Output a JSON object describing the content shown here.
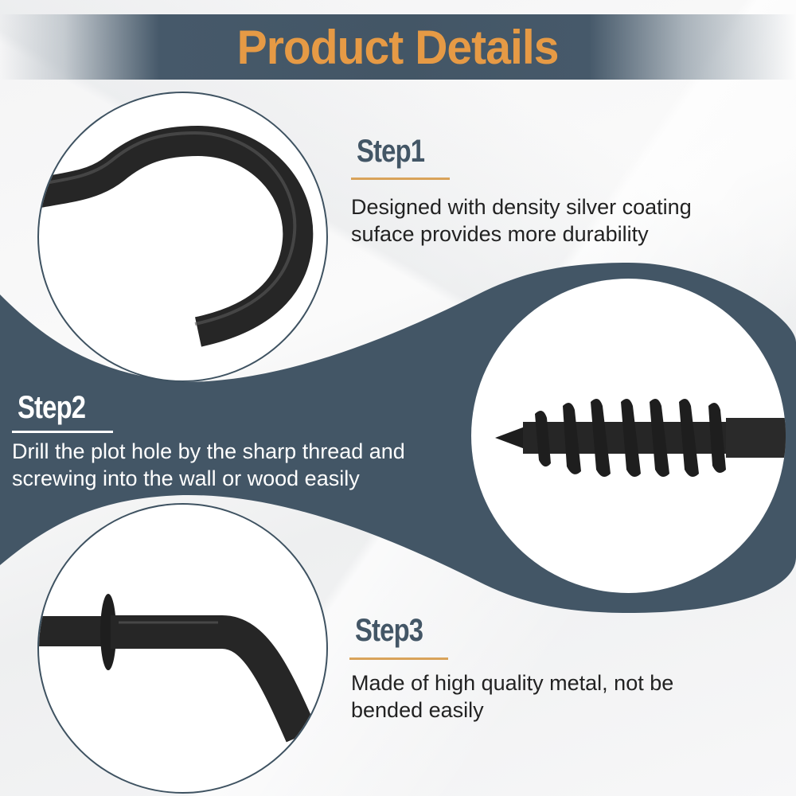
{
  "page": {
    "title": "Product Details"
  },
  "colors": {
    "accent_orange": "#e69a45",
    "slate_blue": "#435666",
    "background": "#f4f4f5",
    "text_dark": "#222222",
    "text_light": "#ffffff"
  },
  "steps": [
    {
      "label": "Step1",
      "description_line1": "Designed with density silver coating",
      "description_line2": "suface provides more durability",
      "image": "s-hook-closeup"
    },
    {
      "label": "Step2",
      "description_line1": "Drill the plot hole by the sharp thread and",
      "description_line2": "screwing into the wall or wood easily",
      "image": "screw-thread-closeup"
    },
    {
      "label": "Step3",
      "description_line1": "Made of high quality metal, not be",
      "description_line2": "bended easily",
      "image": "shoulder-hook-closeup"
    }
  ]
}
